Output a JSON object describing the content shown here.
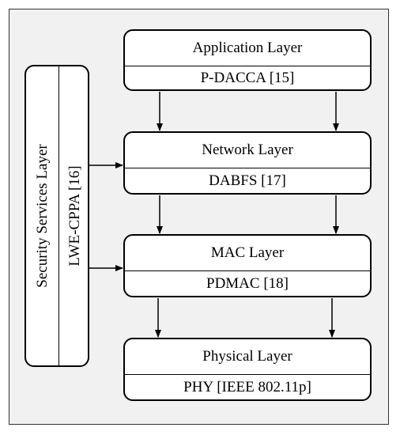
{
  "security": {
    "outer_label": "Security Services Layer",
    "inner_label": "LWE-CPPA [16]"
  },
  "layers": [
    {
      "name": "Application Layer",
      "protocol": "P-DACCA [15]"
    },
    {
      "name": "Network Layer",
      "protocol": "DABFS [17]"
    },
    {
      "name": "MAC Layer",
      "protocol": "PDMAC [18]"
    },
    {
      "name": "Physical Layer",
      "protocol": "PHY [IEEE 802.11p]"
    }
  ]
}
